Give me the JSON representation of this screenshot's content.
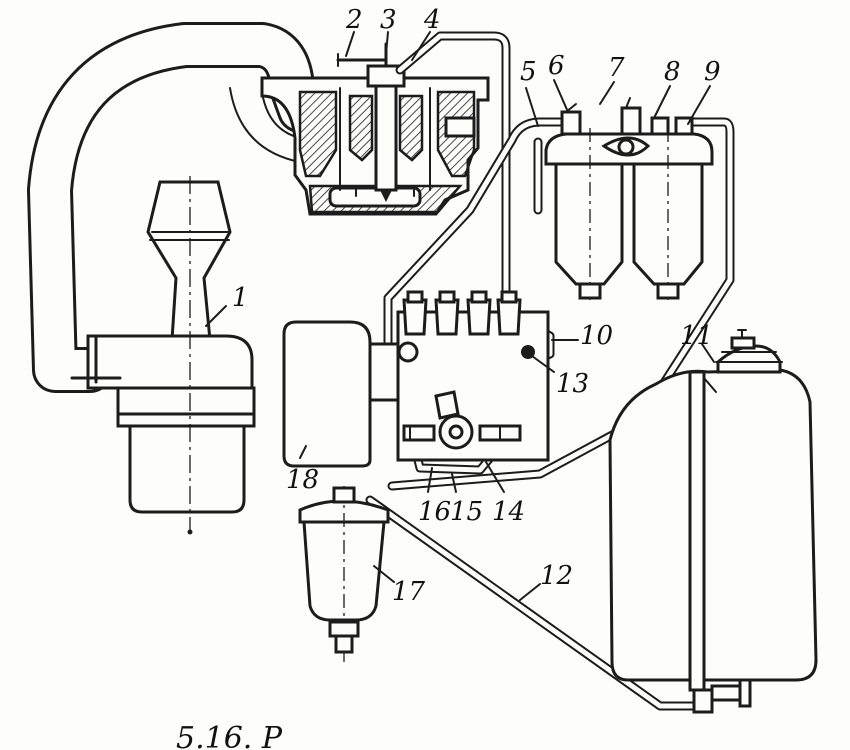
{
  "figure": {
    "caption_fragment": "5.16. Р",
    "callouts": [
      "1",
      "2",
      "3",
      "4",
      "5",
      "6",
      "7",
      "8",
      "9",
      "10",
      "11",
      "12",
      "13",
      "14",
      "15",
      "16",
      "17",
      "18"
    ]
  },
  "colors": {
    "ink": "#1c1c1c",
    "paper": "#fdfdfb"
  }
}
